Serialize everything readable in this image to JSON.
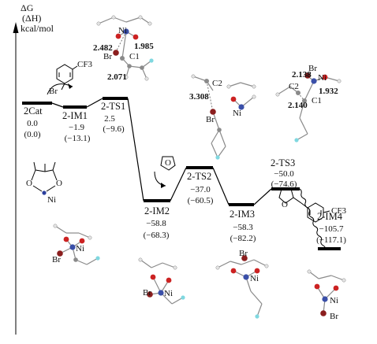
{
  "axis": {
    "line1": "ΔG",
    "line2": "(ΔH)",
    "line3": "kcal/mol"
  },
  "species": [
    {
      "name": "2Cat",
      "dG": "0.0",
      "dH": "(0.0)"
    },
    {
      "name": "2-IM1",
      "dG": "−1.9",
      "dH": "(−13.1)"
    },
    {
      "name": "2-TS1",
      "dG": "2.5",
      "dH": "(−9.6)"
    },
    {
      "name": "2-IM2",
      "dG": "−58.8",
      "dH": "(−68.3)"
    },
    {
      "name": "2-TS2",
      "dG": "−37.0",
      "dH": "(−60.5)"
    },
    {
      "name": "2-IM3",
      "dG": "−58.3",
      "dH": "(−82.2)"
    },
    {
      "name": "2-TS3",
      "dG": "−50.0",
      "dH": "(−74.6)"
    },
    {
      "name": "2-IM4",
      "dG": "−105.7",
      "dH": "(−117.1)"
    }
  ],
  "fragments": {
    "aryl_bromide": {
      "br": "Br",
      "cf3": "CF3"
    },
    "thf": {
      "o": "O"
    },
    "product": {
      "o": "O",
      "cf3": "CF3"
    },
    "cat": {
      "o1": "O",
      "o2": "O",
      "ni": "Ni"
    }
  },
  "structures": {
    "ts1": {
      "ni": "Ni",
      "br": "Br",
      "c1": "C1",
      "d1": "2.482",
      "d2": "1.985",
      "d3": "2.071"
    },
    "ts2": {
      "c2": "C2",
      "br": "Br",
      "ni": "Ni",
      "d1": "3.308"
    },
    "ts3": {
      "br": "Br",
      "ni": "Ni",
      "c2": "C2",
      "c1": "C1",
      "d1": "2.138",
      "d2": "1.932",
      "d3": "2.140"
    },
    "im1": {
      "ni": "Ni",
      "br": "Br"
    },
    "im2": {
      "br": "Br",
      "ni": "Ni"
    },
    "im3": {
      "br": "Br",
      "ni": "Ni"
    },
    "im4": {
      "ni": "Ni",
      "br": "Br"
    }
  }
}
